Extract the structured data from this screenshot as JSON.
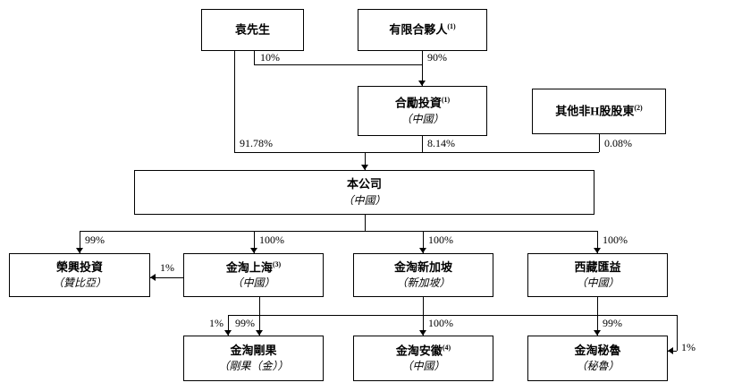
{
  "diagram": {
    "nodes": {
      "yuan": {
        "title": "袁先生",
        "note": ""
      },
      "lp": {
        "title": "有限合夥人",
        "note": "(1)"
      },
      "heli": {
        "title": "合勵投資",
        "note": "(1)",
        "subtitle": "（中國）"
      },
      "other_holders": {
        "title": "其他非H股股東",
        "note": "(2)"
      },
      "company": {
        "title": "本公司",
        "note": "",
        "subtitle": "（中國）"
      },
      "rongxing": {
        "title": "榮興投資",
        "note": "",
        "subtitle": "（贊比亞）"
      },
      "shanghai": {
        "title": "金淘上海",
        "note": "(3)",
        "subtitle": "（中國）"
      },
      "singapore": {
        "title": "金淘新加坡",
        "note": "",
        "subtitle": "（新加坡）"
      },
      "tibet": {
        "title": "西藏匯益",
        "note": "",
        "subtitle": "（中國）"
      },
      "congo": {
        "title": "金淘剛果",
        "note": "",
        "subtitle": "（剛果（金））"
      },
      "anhui": {
        "title": "金淘安徽",
        "note": "(4)",
        "subtitle": "（中國）"
      },
      "peru": {
        "title": "金淘秘魯",
        "note": "",
        "subtitle": "（秘魯）"
      }
    },
    "edge_labels": {
      "heli_10": "10%",
      "heli_90": "90%",
      "company_9178": "91.78%",
      "company_814": "8.14%",
      "company_008": "0.08%",
      "rongxing_99": "99%",
      "shanghai_100": "100%",
      "singapore_100": "100%",
      "tibet_100": "100%",
      "rongxing_1": "1%",
      "congo_1": "1%",
      "congo_99": "99%",
      "anhui_100": "100%",
      "peru_99": "99%",
      "peru_1": "1%"
    }
  }
}
